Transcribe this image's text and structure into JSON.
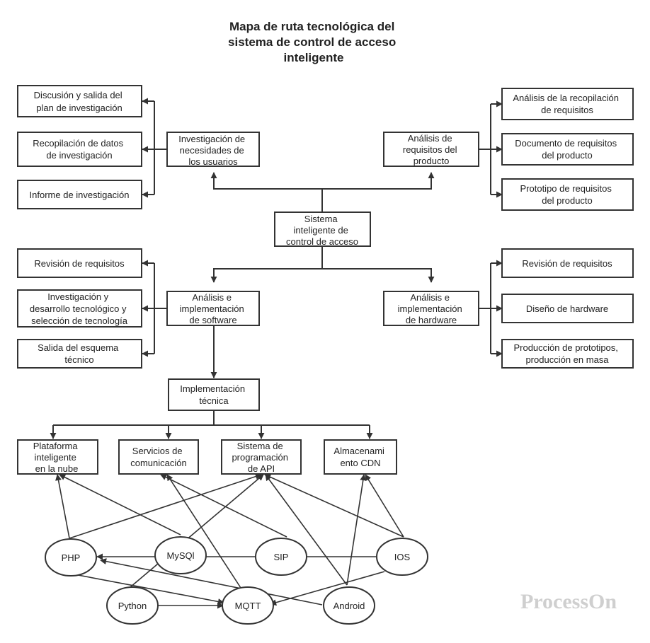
{
  "title_lines": [
    "Mapa de ruta tecnológica del",
    "sistema de control de acceso",
    "inteligente"
  ],
  "watermark": "ProcessOn",
  "nodes": {
    "root": [
      "Sistema",
      "inteligente de",
      "control de acceso"
    ],
    "inv_necesidades": [
      "Investigación de",
      "necesidades de",
      "los usuarios"
    ],
    "discusion": [
      "Discusión y salida del",
      "plan de investigación"
    ],
    "recopilacion_datos": [
      "Recopilación de datos",
      "de investigación"
    ],
    "informe": [
      "Informe de investigación"
    ],
    "analisis_requisitos": [
      "Análisis de",
      "requisitos del",
      "producto"
    ],
    "analisis_recopilacion": [
      "Análisis de la recopilación",
      "de requisitos"
    ],
    "documento_requisitos": [
      "Documento de requisitos",
      "del producto"
    ],
    "prototipo_requisitos": [
      "Prototipo de requisitos",
      "del producto"
    ],
    "software": [
      "Análisis e",
      "implementación",
      "de software"
    ],
    "sw_revision": [
      "Revisión de requisitos"
    ],
    "sw_investigacion": [
      "Investigación y",
      "desarrollo tecnológico y",
      "selección de tecnología"
    ],
    "sw_salida": [
      "Salida del esquema",
      "técnico"
    ],
    "hardware": [
      "Análisis e",
      "implementación",
      "de hardware"
    ],
    "hw_revision": [
      "Revisión de requisitos"
    ],
    "hw_diseno": [
      "Diseño de hardware"
    ],
    "hw_produccion": [
      "Producción de prototipos,",
      "producción en masa"
    ],
    "implementacion": [
      "Implementación",
      "técnica"
    ],
    "plataforma": [
      "Plataforma",
      "inteligente",
      "en la nube"
    ],
    "servicios": [
      "Servicios de",
      "comunicación"
    ],
    "api": [
      "Sistema de",
      "programación",
      "de API"
    ],
    "cdn": [
      "Almacenami",
      "ento CDN"
    ]
  },
  "technologies": {
    "php": "PHP",
    "mysql": "MySQl",
    "sip": "SIP",
    "ios": "IOS",
    "python": "Python",
    "mqtt": "MQTT",
    "android": "Android"
  }
}
